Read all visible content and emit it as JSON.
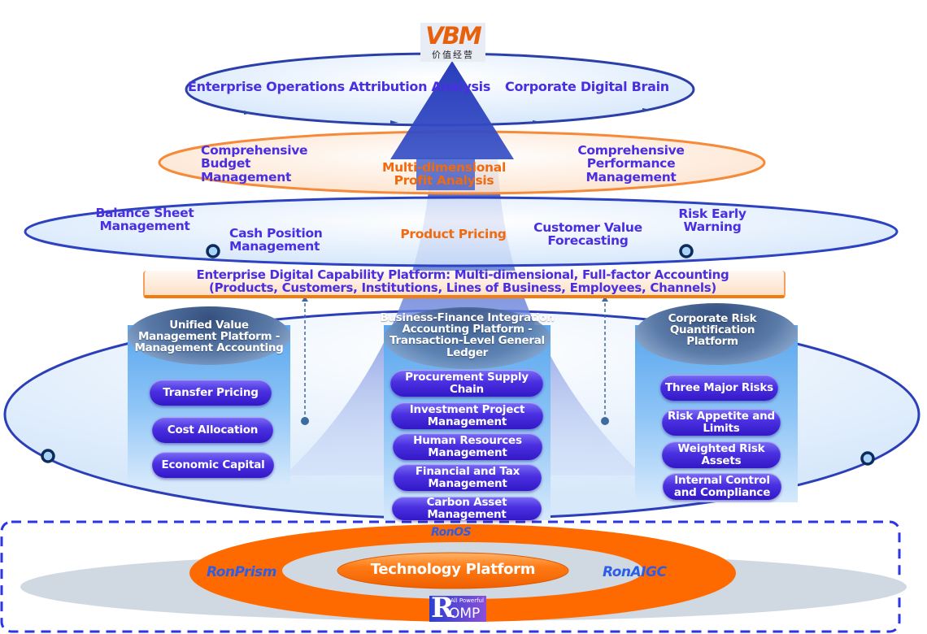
{
  "logo": {
    "mark": "VBM",
    "subtitle": "价值经营",
    "brand_color": "#e8600c"
  },
  "top_ring": {
    "items": [
      "Enterprise Operations Attribution Analysis",
      "Corporate Digital Brain"
    ]
  },
  "second_ring": {
    "left": [
      "Comprehensive",
      "Budget",
      "Management"
    ],
    "center": [
      "Multi-dimensional",
      "Profit Analysis"
    ],
    "right": [
      "Comprehensive",
      "Performance",
      "Management"
    ]
  },
  "third_ring": {
    "items": [
      {
        "lines": [
          "Balance Sheet",
          "Management"
        ]
      },
      {
        "lines": [
          "Cash Position",
          "Management"
        ]
      },
      {
        "lines": [
          "Product Pricing"
        ],
        "highlight": true
      },
      {
        "lines": [
          "Customer Value",
          "Forecasting"
        ]
      },
      {
        "lines": [
          "Risk Early",
          "Warning"
        ]
      }
    ]
  },
  "capability_banner": {
    "line1": "Enterprise Digital Capability Platform: Multi-dimensional, Full-factor Accounting",
    "line2": "(Products, Customers, Institutions, Lines of Business, Employees, Channels)"
  },
  "platforms": [
    {
      "title": [
        "Unified Value",
        "Management Platform -",
        "Management Accounting"
      ],
      "modules": [
        "Transfer Pricing",
        "Cost Allocation",
        "Economic Capital"
      ]
    },
    {
      "title": [
        "Business-Finance Integration",
        "Accounting Platform -",
        "Transaction-Level General",
        "Ledger"
      ],
      "modules": [
        [
          "Procurement Supply",
          "Chain"
        ],
        [
          "Investment Project",
          "Management"
        ],
        [
          "Human Resources",
          "Management"
        ],
        [
          "Financial and Tax",
          "Management"
        ],
        [
          "Carbon Asset",
          "Management"
        ]
      ]
    },
    {
      "title": [
        "Corporate Risk",
        "Quantification",
        "Platform"
      ],
      "modules": [
        [
          "Three Major Risks"
        ],
        [
          "Risk Appetite and",
          "Limits"
        ],
        [
          "Weighted Risk",
          "Assets"
        ],
        [
          "Internal Control",
          "and Compliance"
        ]
      ]
    }
  ],
  "technology": {
    "center_label": "Technology Platform",
    "ring_labels": {
      "top": "RonOS",
      "left": "RonPrism",
      "right": "RonAIGC"
    },
    "romp": {
      "letter": "R",
      "tagline": "All Powerful",
      "suffix": "OMP"
    }
  },
  "colors": {
    "label_blue": "#4a2fe0",
    "label_orange": "#f26a0c",
    "ring_orange": "#ff6a00",
    "dashed_border": "#2b35e0"
  }
}
